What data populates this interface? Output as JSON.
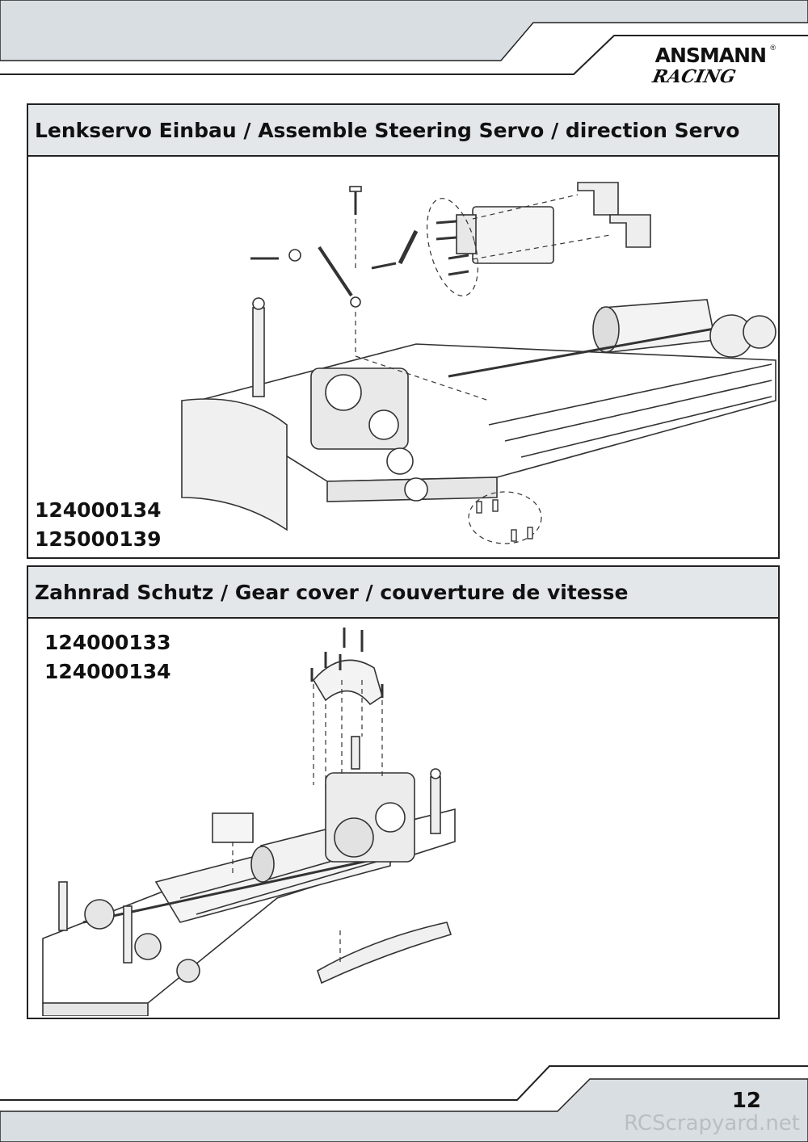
{
  "brand": {
    "name": "ANSMANN",
    "registered": "®",
    "sub": "RACING"
  },
  "sections": [
    {
      "title": "Lenkservo Einbau / Assemble Steering Servo / direction Servo",
      "part_numbers": [
        "124000134",
        "125000139"
      ]
    },
    {
      "title": "Zahnrad Schutz / Gear cover / couverture de vitesse",
      "part_numbers": [
        "124000133",
        "124000134"
      ]
    }
  ],
  "page_number": "12",
  "watermark": "RCScrapyard.net",
  "colors": {
    "header_band": "#d9dee2",
    "title_bar": "#e3e7ea",
    "border": "#222222"
  }
}
